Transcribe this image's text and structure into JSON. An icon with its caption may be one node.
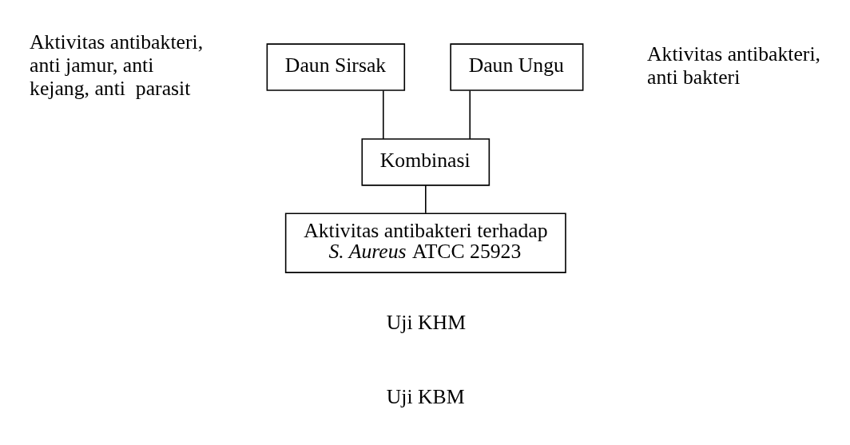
{
  "diagram": {
    "nodes": [
      {
        "text": [
          "Daun Sirsak"
        ],
        "beside": [
          "Aktivitas antibakteri, anti jamur, anti kejang, anti  parasit"
        ]
      },
      {
        "text": [
          "Daun Ungu"
        ],
        "beside": [
          "Aktivitas antibakteri, anti bakteri"
        ]
      },
      {
        "text": [
          "Kombinasi"
        ]
      },
      {
        "text": [
          "Aktivitas antibakteri terhadap *S. Aureus* ATCC 25923"
        ],
        "beside": [
          "Uji KHM",
          "Uji KBM"
        ]
      }
    ],
    "edges": [
      {
        "from": 0,
        "to": 2,
        "arrow": "none"
      },
      {
        "from": 1,
        "to": 2,
        "arrow": "none"
      },
      {
        "from": 2,
        "to": 3,
        "arrow": "none"
      }
    ]
  }
}
